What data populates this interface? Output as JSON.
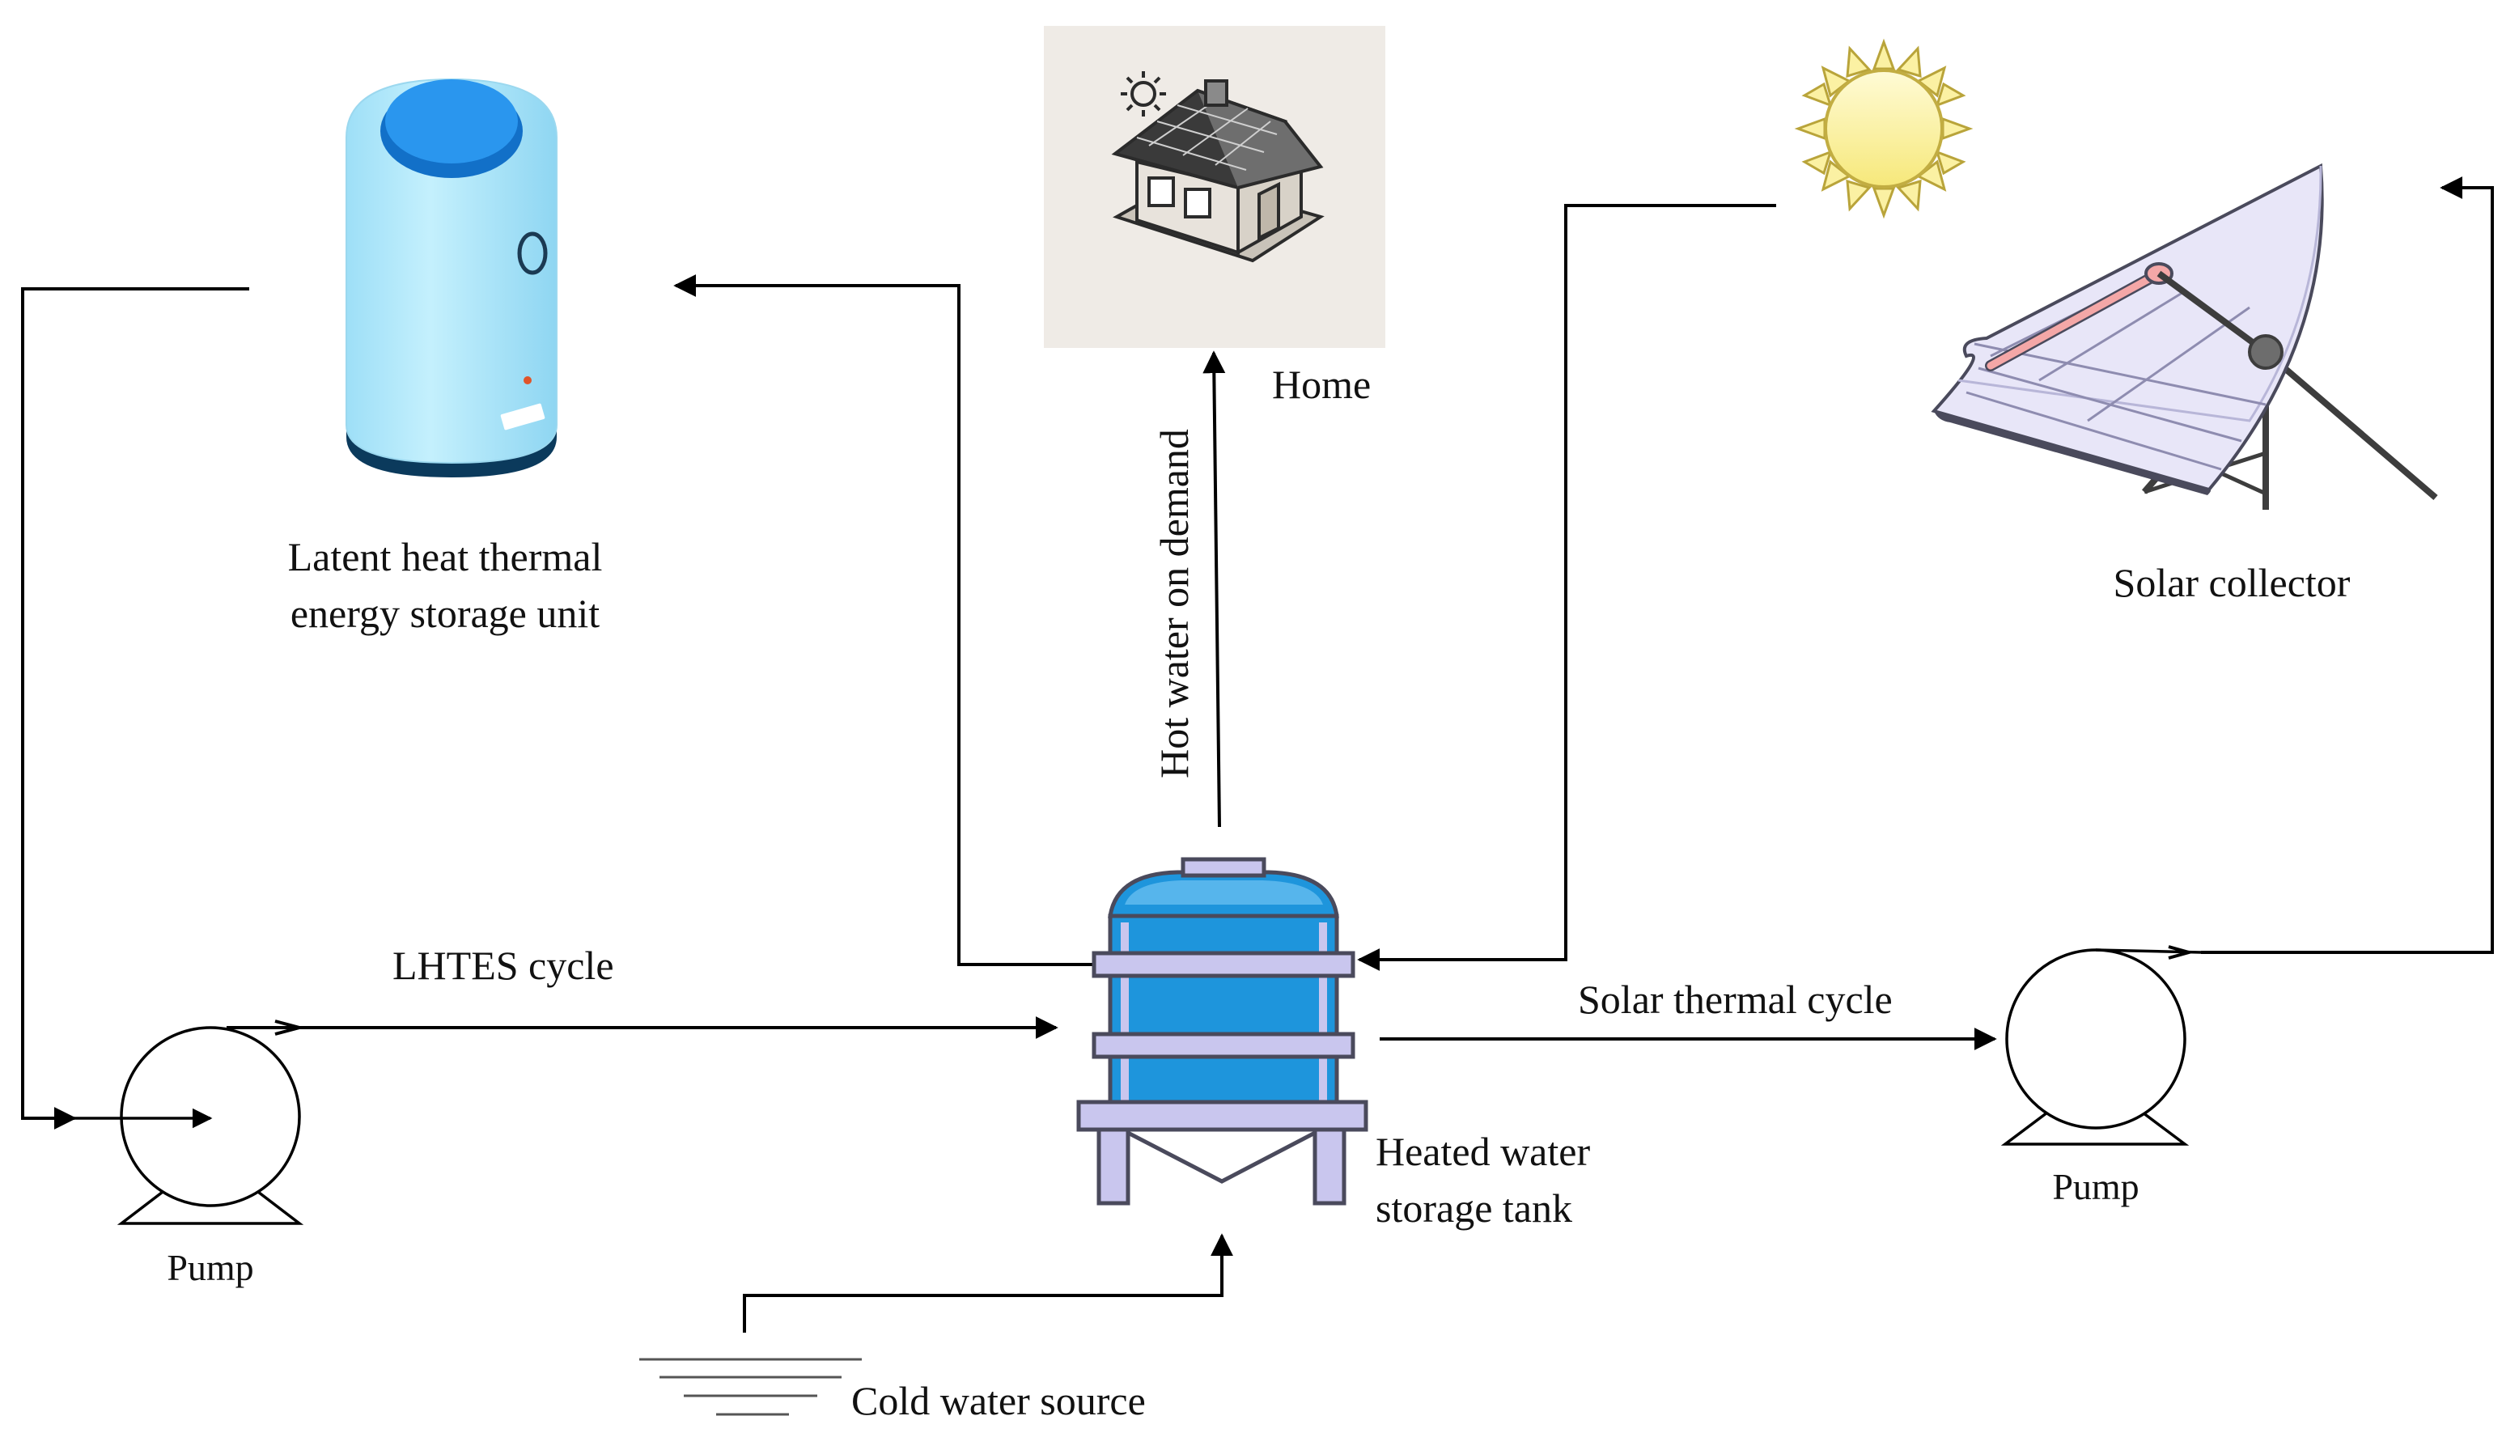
{
  "labels": {
    "lhtes_unit_line1": "Latent heat thermal",
    "lhtes_unit_line2": "energy storage unit",
    "home": "Home",
    "hot_water": "Hot water on demand",
    "solar_collector": "Solar collector",
    "lhtes_cycle": "LHTES cycle",
    "solar_thermal_cycle": "Solar thermal cycle",
    "tank_line1": "Heated water",
    "tank_line2": "storage tank",
    "pump_left": "Pump",
    "pump_right": "Pump",
    "cold_water": "Cold water source"
  },
  "colors": {
    "lhtes_body": "#b3e9fb",
    "lhtes_lid": "#1f8ee8",
    "tank_water": "#1e95dc",
    "tank_frame": "#c9c6ee",
    "tank_outline": "#4a4a5c",
    "sun": "#fbf1a3",
    "collector_tube": "#f4a7a7",
    "home_bg": "#efebe6"
  },
  "icons": [
    "lhtes-tank-icon",
    "house-icon",
    "sun-icon",
    "parabolic-trough-icon",
    "water-tank-icon",
    "pump-icon",
    "ground-water-icon"
  ]
}
